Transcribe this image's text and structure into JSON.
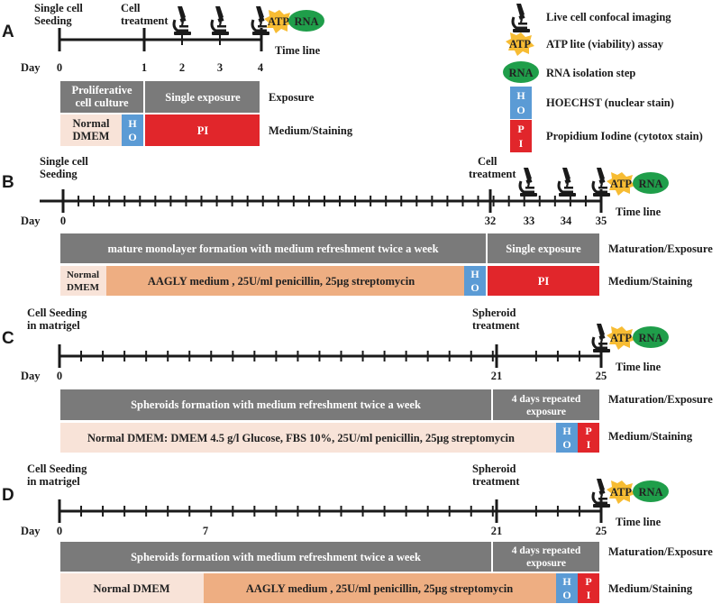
{
  "legend": {
    "microscope": "Live cell confocal imaging",
    "atp": "ATP lite (viability) assay",
    "rna": "RNA isolation step",
    "hoechst": "HOECHST (nuclear stain)",
    "pi": "Propidium Iodine (cytotox stain)",
    "atp_label": "ATP",
    "rna_label": "RNA",
    "h": "H",
    "o": "O",
    "p": "P",
    "i": "I"
  },
  "colors": {
    "gray": "#7a7a7a",
    "pink": "#f8e3d8",
    "orange": "#eeae82",
    "blue": "#5b9bd5",
    "red": "#e1262b",
    "green": "#1f9e4a",
    "yellow": "#f7bc33"
  },
  "common": {
    "day": "Day",
    "time_line": "Time line",
    "atp": "ATP",
    "rna": "RNA",
    "h": "H",
    "o": "O",
    "p": "P",
    "i": "I"
  },
  "A": {
    "panel": "A",
    "seeding": [
      "Single cell",
      "Seeding"
    ],
    "treatment": [
      "Cell",
      "treatment"
    ],
    "ticks": [
      "0",
      "1",
      "2",
      "3",
      "4"
    ],
    "bar1": [
      {
        "text": [
          "Proliferative",
          "cell culture"
        ]
      },
      {
        "text": [
          "Single exposure"
        ]
      }
    ],
    "bar2": [
      {
        "text": [
          "Normal",
          "DMEM"
        ]
      },
      {
        "text": [
          "PI"
        ]
      }
    ],
    "label1": "Exposure",
    "label2": "Medium/Staining"
  },
  "B": {
    "panel": "B",
    "seeding": [
      "Single cell",
      "Seeding"
    ],
    "treatment": [
      "Cell",
      "treatment"
    ],
    "ticks": [
      "0",
      "32",
      "33",
      "34",
      "35"
    ],
    "bar1": [
      {
        "text": [
          "mature monolayer formation with medium refreshment twice a week"
        ]
      },
      {
        "text": [
          "Single exposure"
        ]
      }
    ],
    "bar2": [
      {
        "text": [
          "Normal",
          "DMEM"
        ]
      },
      {
        "text": [
          "AAGLY medium , 25U/ml penicillin, 25µg streptomycin"
        ]
      },
      {
        "text": [
          "PI"
        ]
      }
    ],
    "label1": "Maturation/Exposure",
    "label2": "Medium/Staining"
  },
  "C": {
    "panel": "C",
    "seeding": [
      "Cell Seeding",
      "in matrigel"
    ],
    "treatment": [
      "Spheroid",
      "treatment"
    ],
    "ticks": [
      "0",
      "21",
      "25"
    ],
    "bar1": [
      {
        "text": [
          "Spheroids formation with medium refreshment twice a week"
        ]
      },
      {
        "text": [
          "4 days repeated",
          "exposure"
        ]
      }
    ],
    "bar2": [
      {
        "text": [
          "Normal DMEM: DMEM 4.5 g/l Glucose, FBS 10%, 25U/ml penicillin, 25µg streptomycin"
        ]
      }
    ],
    "label1": "Maturation/Exposure",
    "label2": "Medium/Staining"
  },
  "D": {
    "panel": "D",
    "seeding": [
      "Cell Seeding",
      "in matrigel"
    ],
    "treatment": [
      "Spheroid",
      "treatment"
    ],
    "ticks": [
      "0",
      "7",
      "21",
      "25"
    ],
    "bar1": [
      {
        "text": [
          "Spheroids formation with medium refreshment twice a week"
        ]
      },
      {
        "text": [
          "4 days repeated",
          "exposure"
        ]
      }
    ],
    "bar2": [
      {
        "text": [
          "Normal DMEM"
        ]
      },
      {
        "text": [
          "AAGLY medium , 25U/ml penicillin, 25µg streptomycin"
        ]
      }
    ],
    "label1": "Maturation/Exposure",
    "label2": "Medium/Staining"
  }
}
